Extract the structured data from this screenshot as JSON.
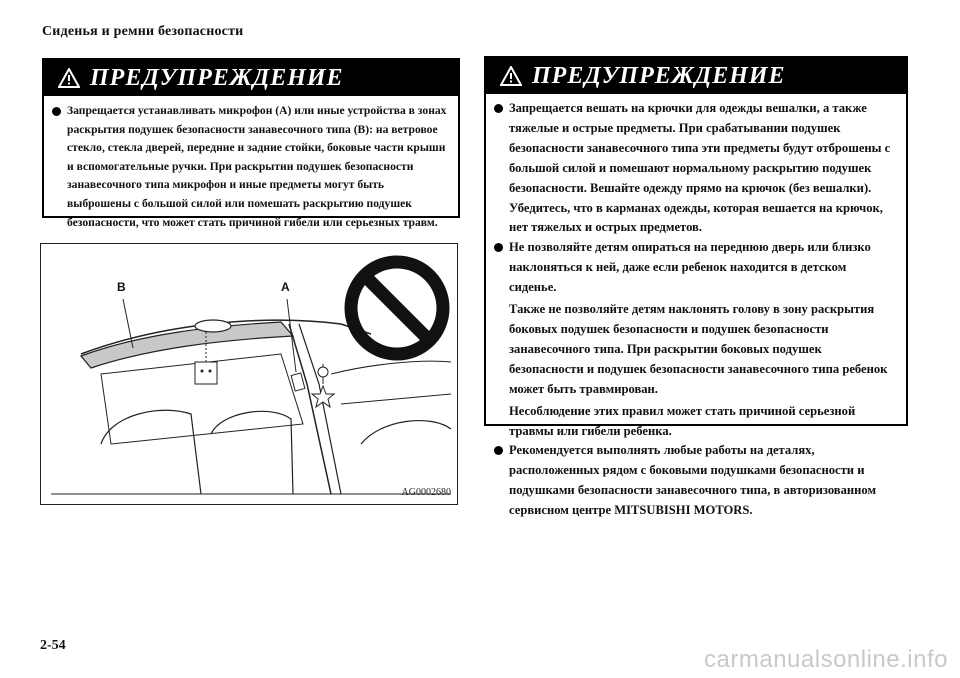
{
  "header": {
    "title": "Сиденья и ремни безопасности"
  },
  "left_warning": {
    "title": "ПРЕДУПРЕЖДЕНИЕ",
    "bullets": [
      "Запрещается устанавливать микрофон (А) или иные устройства в зонах раскрытия подушек безопасности занавесочного типа (В): на ветровое стекло, стекла дверей, передние и задние стойки, боковые части крыши и вспомогательные ручки. При раскрытии подушек безопасности занавесочного типа микрофон и иные предметы могут быть выброшены с большой силой или помешать раскрытию подушек безопасности, что может стать причиной гибели или серьезных травм."
    ]
  },
  "illustration": {
    "label_a": "A",
    "label_b": "B",
    "code": "AG0002680"
  },
  "right_warning": {
    "title": "ПРЕДУПРЕЖДЕНИЕ",
    "bullet1": "Запрещается вешать на крючки для одежды вешалки, а также тяжелые и острые предметы. При срабатывании подушек безопасности занавесочного типа эти предметы будут отброшены с большой силой и помешают нормальному раскрытию подушек безопасности. Вешайте одежду прямо на крючок (без вешалки). Убедитесь, что в карманах одежды, которая вешается на крючок, нет тяжелых и острых предметов.",
    "bullet2": "Не позволяйте детям опираться на переднюю дверь или близко наклоняться к ней, даже если ребенок находится в детском сиденье.",
    "bullet2_cont1": "Также не позволяйте детям наклонять голову в зону раскрытия боковых подушек безопасности и подушек безопасности занавесочного типа. При раскрытии боковых подушек безопасности и подушек безопасности занавесочного типа ребенок может быть травмирован.",
    "bullet2_cont2": "Несоблюдение этих правил может стать причиной серьезной травмы или гибели ребенка.",
    "bullet3": "Рекомендуется выполнять любые работы на деталях, расположенных рядом с боковыми подушками безопасности и подушками безопасности занавесочного типа, в авторизованном сервисном центре MITSUBISHI MOTORS."
  },
  "footer": {
    "page_number": "2-54",
    "watermark": "carmanualsonline.info"
  }
}
